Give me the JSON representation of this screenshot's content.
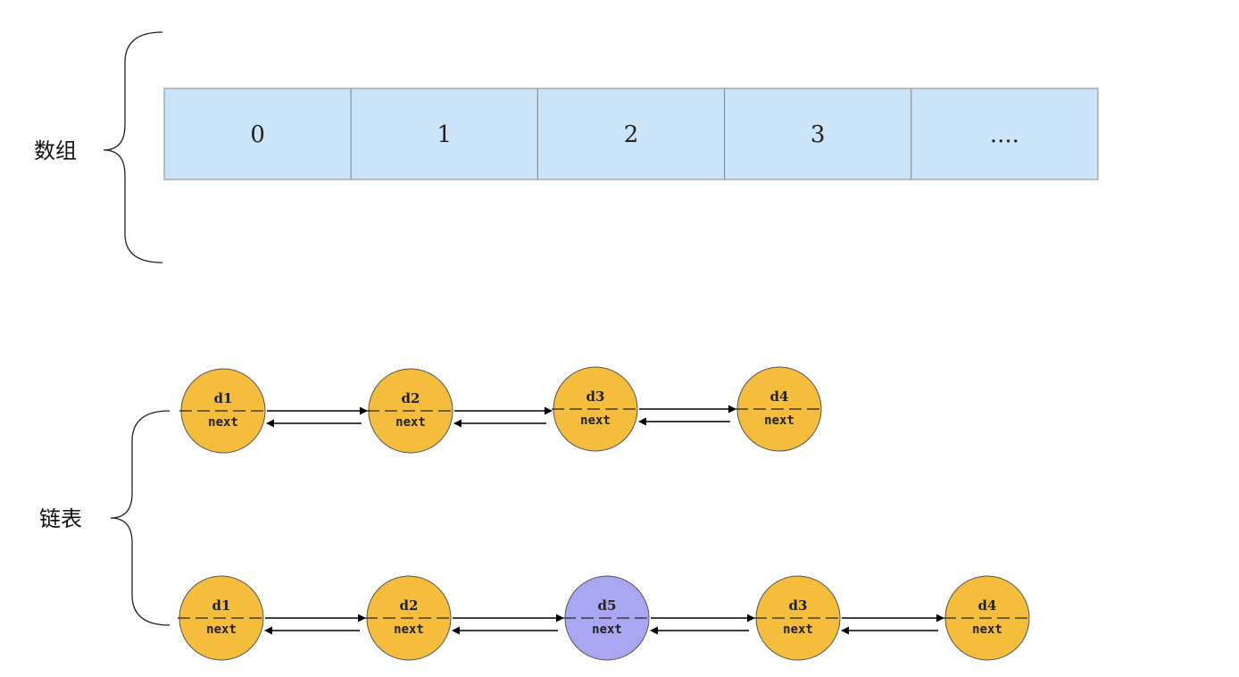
{
  "array": {
    "label": "数组",
    "cells": [
      "0",
      "1",
      "2",
      "3",
      "...."
    ],
    "fill": "#cce4f7",
    "stroke": "#8a8a8a"
  },
  "linked_list": {
    "label": "链表",
    "next_label": "next",
    "node_fill": "#f4bd3c",
    "new_node_fill": "#a9a6f2",
    "row1": [
      "d1",
      "d2",
      "d3",
      "d4"
    ],
    "row2": [
      "d1",
      "d2",
      "d5",
      "d3",
      "d4"
    ],
    "new_node": "d5"
  }
}
